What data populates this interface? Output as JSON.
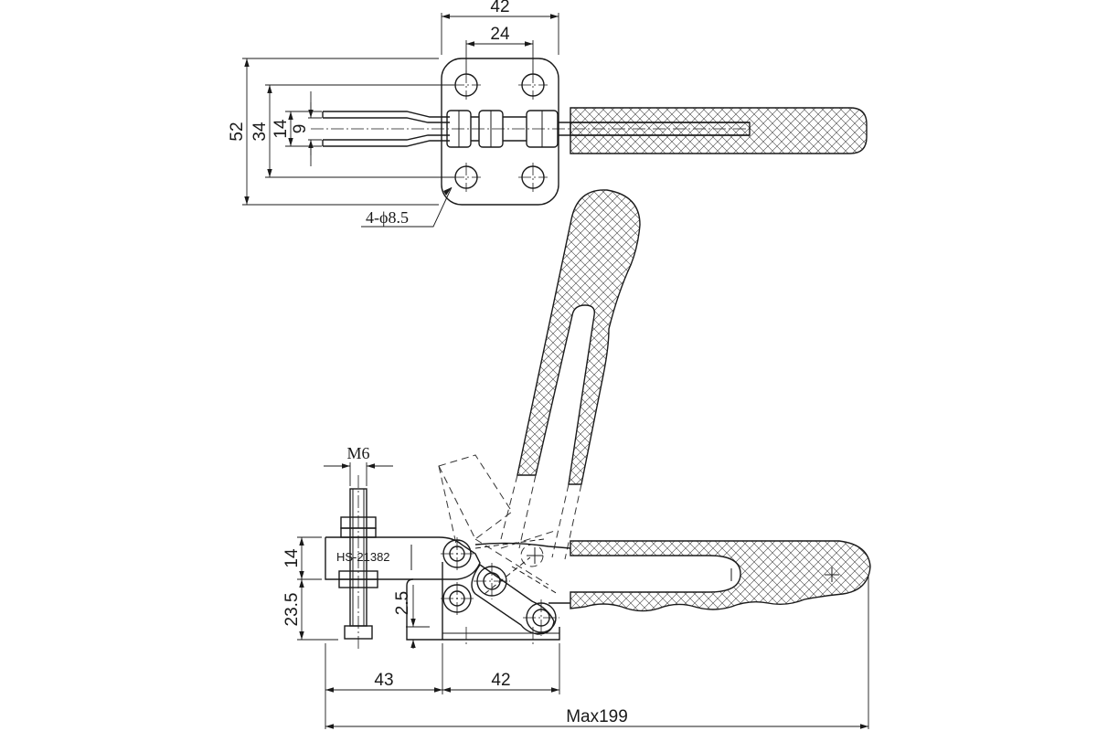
{
  "top_view": {
    "dims": {
      "width_overall": "42",
      "hole_spacing_x": "24",
      "height_overall": "52",
      "hole_spacing_y": "34",
      "slot_outer": "14",
      "slot_inner": "9"
    },
    "hole_callout": "4-ϕ8.5"
  },
  "side_view": {
    "dims": {
      "thread": "M6",
      "spindle_height": "14",
      "base_height": "23.5",
      "offset": "2.5",
      "reach": "43",
      "base_length": "42",
      "overall_length": "Max199"
    },
    "model_label": "HS-21382"
  }
}
